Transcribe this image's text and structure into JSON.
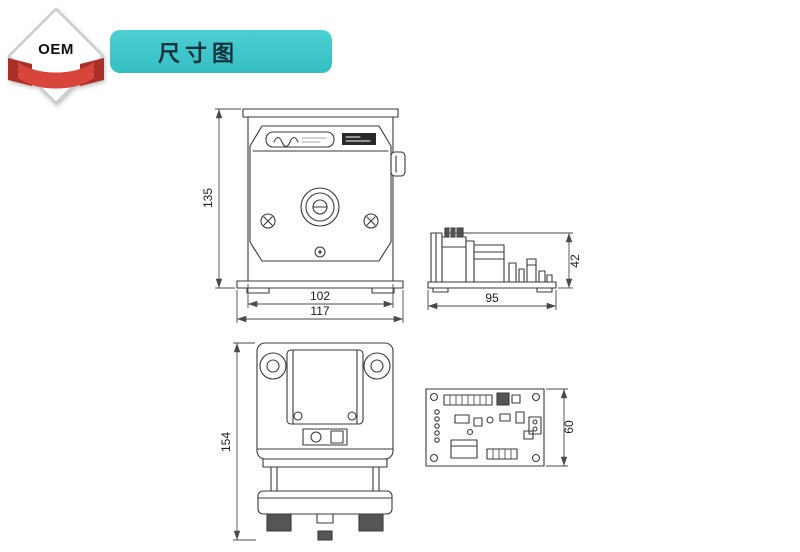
{
  "page": {
    "background": "#ffffff"
  },
  "badge": {
    "label": "OEM",
    "ribbon_color": "#d8453a",
    "ribbon_dark": "#a93028"
  },
  "header": {
    "title": "尺寸图",
    "accent_color": "#3cc6ca",
    "text_color": "#14323d"
  },
  "drawings": {
    "front_view": {
      "dim_height": "135",
      "dim_width_head": "102",
      "dim_width_base": "117"
    },
    "side_view": {
      "dim_width": "95",
      "dim_height": "42"
    },
    "rear_view": {
      "dim_height": "154"
    },
    "pcb_view": {
      "dim_height": "60"
    }
  }
}
